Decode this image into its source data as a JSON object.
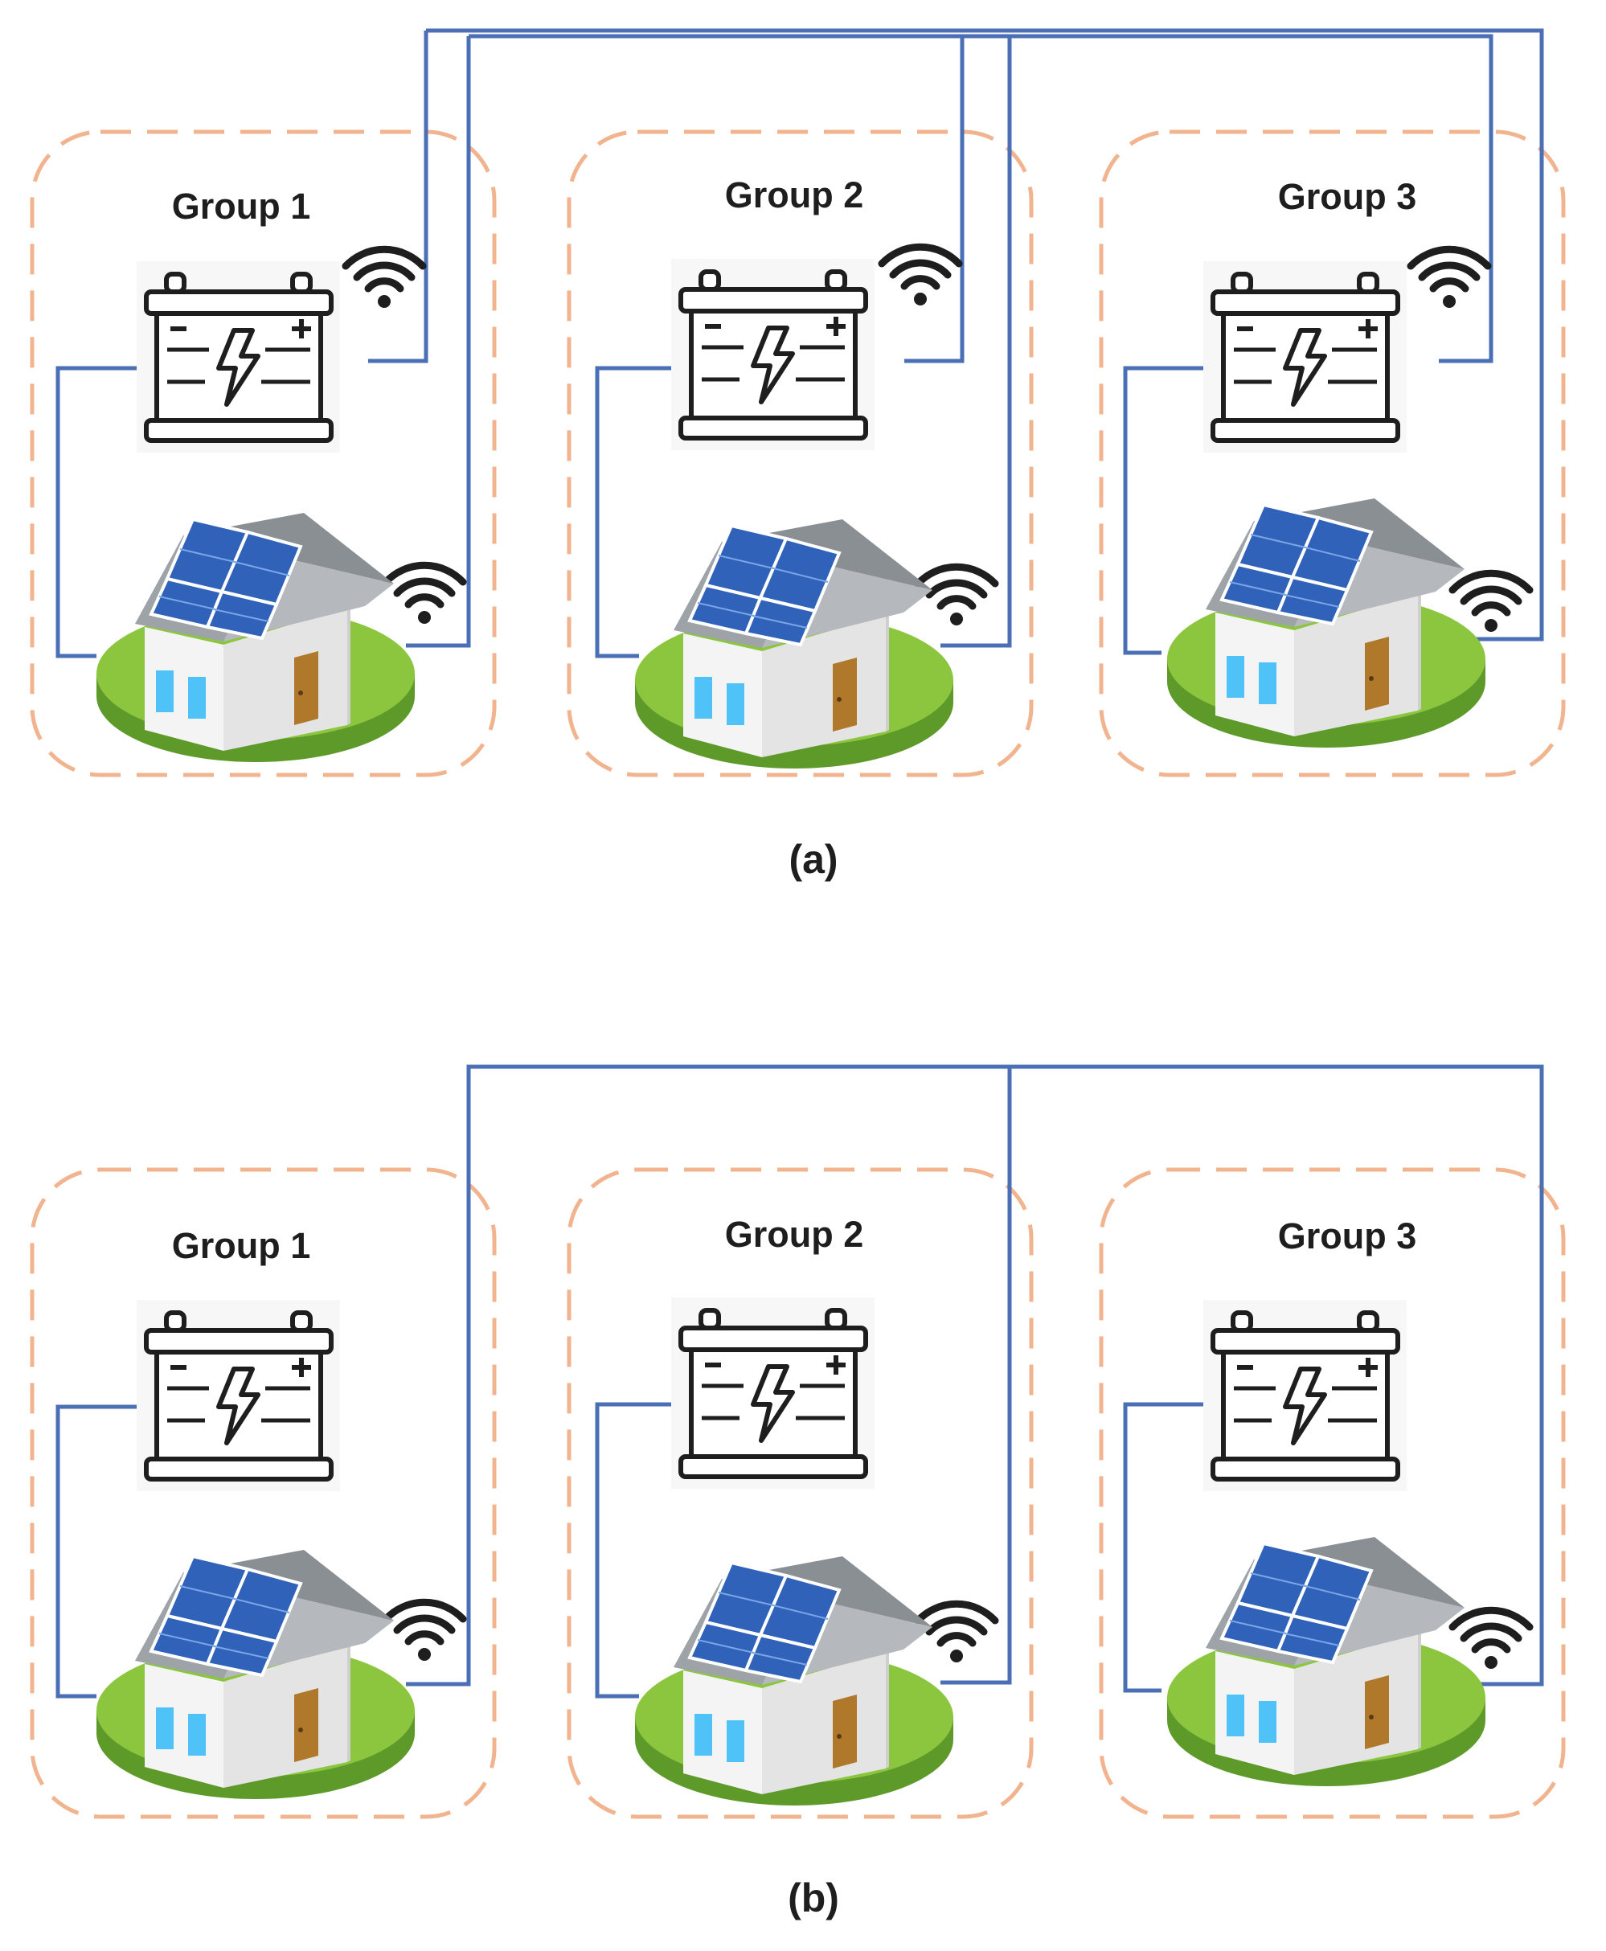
{
  "panels": [
    {
      "caption": "(a)",
      "groups": [
        {
          "title": "Group 1"
        },
        {
          "title": "Group 2"
        },
        {
          "title": "Group 3"
        }
      ]
    },
    {
      "caption": "(b)",
      "groups": [
        {
          "title": "Group 1"
        },
        {
          "title": "Group 2"
        },
        {
          "title": "Group 3"
        }
      ]
    }
  ],
  "colors": {
    "wire": "#4a6fb4",
    "group_border": "#f1b48e",
    "grass_top": "#8cc63f",
    "grass_side": "#5e9a2a",
    "panel_blue": "#2f62b8",
    "roof_gray": "#9ea3a8",
    "wall": "#f2f2f2",
    "window": "#4fc3f7",
    "door": "#b0782a",
    "icon_dark": "#1e1e1e"
  }
}
